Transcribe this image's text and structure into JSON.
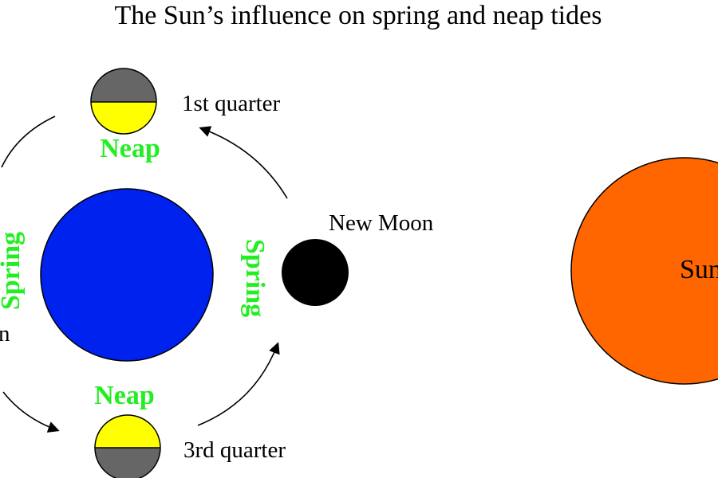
{
  "title": "The Sun’s influence on spring and neap tides",
  "labels": {
    "first_quarter": "1st quarter",
    "new_moon": "New Moon",
    "third_quarter": "3rd quarter",
    "full_moon_partial": "n",
    "sun": "Sun"
  },
  "tides": {
    "neap_top": "Neap",
    "neap_bottom": "Neap",
    "spring_left": "Spring",
    "spring_right": "Spring"
  },
  "colors": {
    "earth": "#0022ee",
    "sun": "#ff6600",
    "moon_dark": "#666666",
    "moon_lit": "#ffff00",
    "new_moon": "#000000",
    "tide_label": "#22ee22",
    "text": "#000000"
  }
}
